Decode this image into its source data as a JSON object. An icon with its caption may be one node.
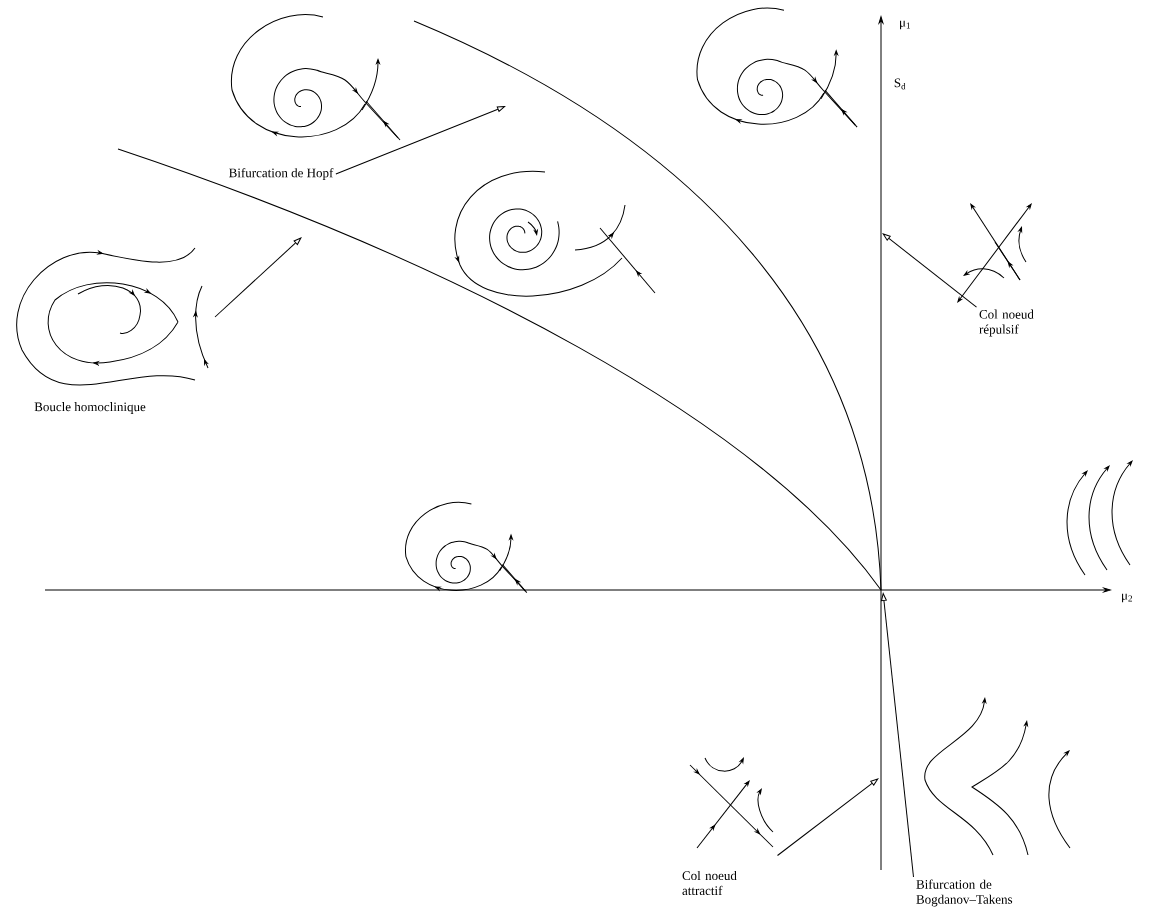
{
  "diagram": {
    "nodes": [
      {
        "text": [
          "Bifurcation de Hopf"
        ]
      },
      {
        "text": [],
        "shape": "picture",
        "beside": [
          "Boucle homoclinique"
        ]
      },
      {
        "text": [
          "Col noeud répulsif"
        ]
      },
      {
        "text": [],
        "shape": "picture",
        "beside": [
          "Col noeud attractif"
        ]
      },
      {
        "text": [
          "Bifurcation de Bogdanov–Takens"
        ]
      }
    ],
    "edges": [
      {
        "from": 0,
        "to": null,
        "arrow": "to"
      },
      {
        "from": 1,
        "to": null,
        "arrow": "to"
      },
      {
        "from": 2,
        "to": null,
        "arrow": "to"
      },
      {
        "from": 3,
        "to": null,
        "arrow": "to"
      },
      {
        "from": 4,
        "to": null,
        "arrow": "to"
      }
    ],
    "labels": [
      "μ$_{1}$",
      "S$_{d}$",
      "μ$_{2}$"
    ]
  }
}
